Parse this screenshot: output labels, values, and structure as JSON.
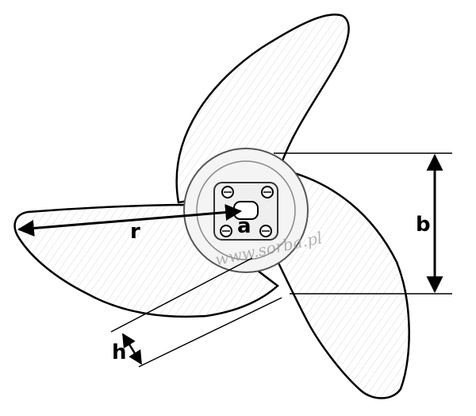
{
  "diagram": {
    "labels": {
      "r": "r",
      "a": "a",
      "b": "b",
      "h": "h"
    },
    "watermark": "www.sorba.pl"
  }
}
